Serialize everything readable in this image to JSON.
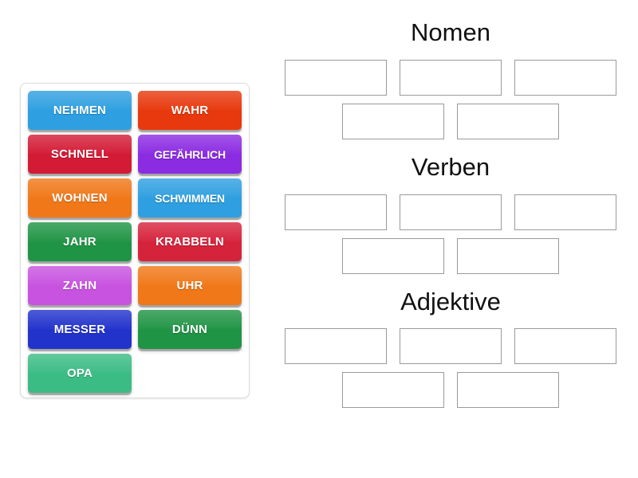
{
  "activity": {
    "type": "group-sort",
    "language": "de"
  },
  "word_bank": {
    "tiles": [
      {
        "label": "NEHMEN",
        "color": "#2E9FE0"
      },
      {
        "label": "WAHR",
        "color": "#E8380D"
      },
      {
        "label": "SCHNELL",
        "color": "#D31B36"
      },
      {
        "label": "GEFÄHRLICH",
        "color": "#8B2BE2"
      },
      {
        "label": "WOHNEN",
        "color": "#F07818"
      },
      {
        "label": "SCHWIMMEN",
        "color": "#2E9FE0"
      },
      {
        "label": "JAHR",
        "color": "#209445"
      },
      {
        "label": "KRABBELN",
        "color": "#D6233C"
      },
      {
        "label": "ZAHN",
        "color": "#C853E0"
      },
      {
        "label": "UHR",
        "color": "#F07818"
      },
      {
        "label": "MESSER",
        "color": "#2233CC"
      },
      {
        "label": "DÜNN",
        "color": "#209445"
      },
      {
        "label": "OPA",
        "color": "#3BBC85"
      }
    ]
  },
  "categories": [
    {
      "title": "Nomen",
      "slot_rows": [
        3,
        2
      ]
    },
    {
      "title": "Verben",
      "slot_rows": [
        3,
        2
      ]
    },
    {
      "title": "Adjektive",
      "slot_rows": [
        3,
        2
      ]
    }
  ]
}
